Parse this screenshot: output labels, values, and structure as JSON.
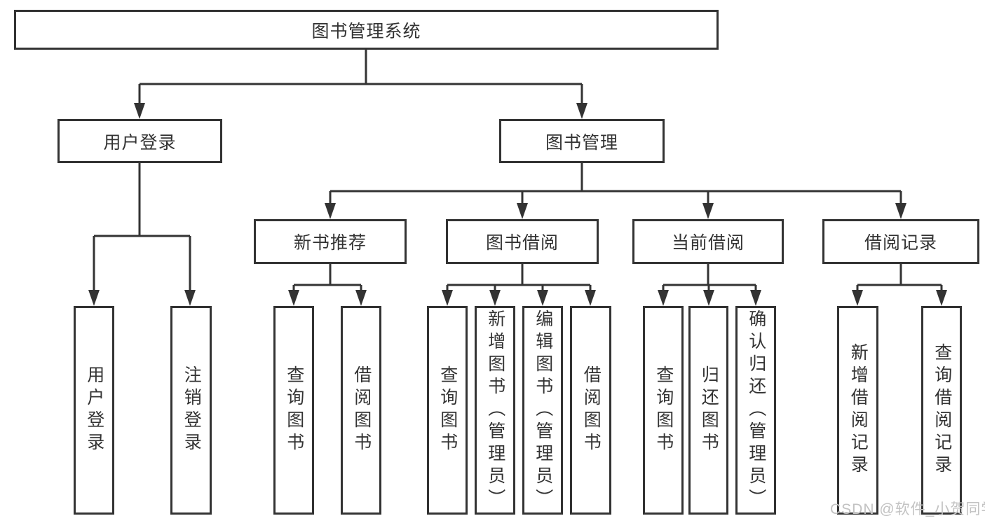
{
  "colors": {
    "line": "#333333",
    "box_border": "#333333",
    "box_background": "#ffffff",
    "text": "#333333",
    "watermark": "#c2c2c2",
    "background": "#ffffff"
  },
  "watermark": {
    "text": "CSDN @软件_小贺同学"
  },
  "tree": {
    "root": {
      "label": "图书管理系统",
      "children": [
        {
          "label": "用户登录",
          "children": [
            {
              "label": "用户登录"
            },
            {
              "label": "注销登录"
            }
          ]
        },
        {
          "label": "图书管理",
          "children": [
            {
              "label": "新书推荐",
              "children": [
                {
                  "label": "查询图书"
                },
                {
                  "label": "借阅图书"
                }
              ]
            },
            {
              "label": "图书借阅",
              "children": [
                {
                  "label": "查询图书"
                },
                {
                  "label": "新增图书（管理员）"
                },
                {
                  "label": "编辑图书（管理员）"
                },
                {
                  "label": "借阅图书"
                }
              ]
            },
            {
              "label": "当前借阅",
              "children": [
                {
                  "label": "查询图书"
                },
                {
                  "label": "归还图书"
                },
                {
                  "label": "确认归还（管理员）"
                }
              ]
            },
            {
              "label": "借阅记录",
              "children": [
                {
                  "label": "新增借阅记录"
                },
                {
                  "label": "查询借阅记录"
                }
              ]
            }
          ]
        }
      ]
    }
  }
}
